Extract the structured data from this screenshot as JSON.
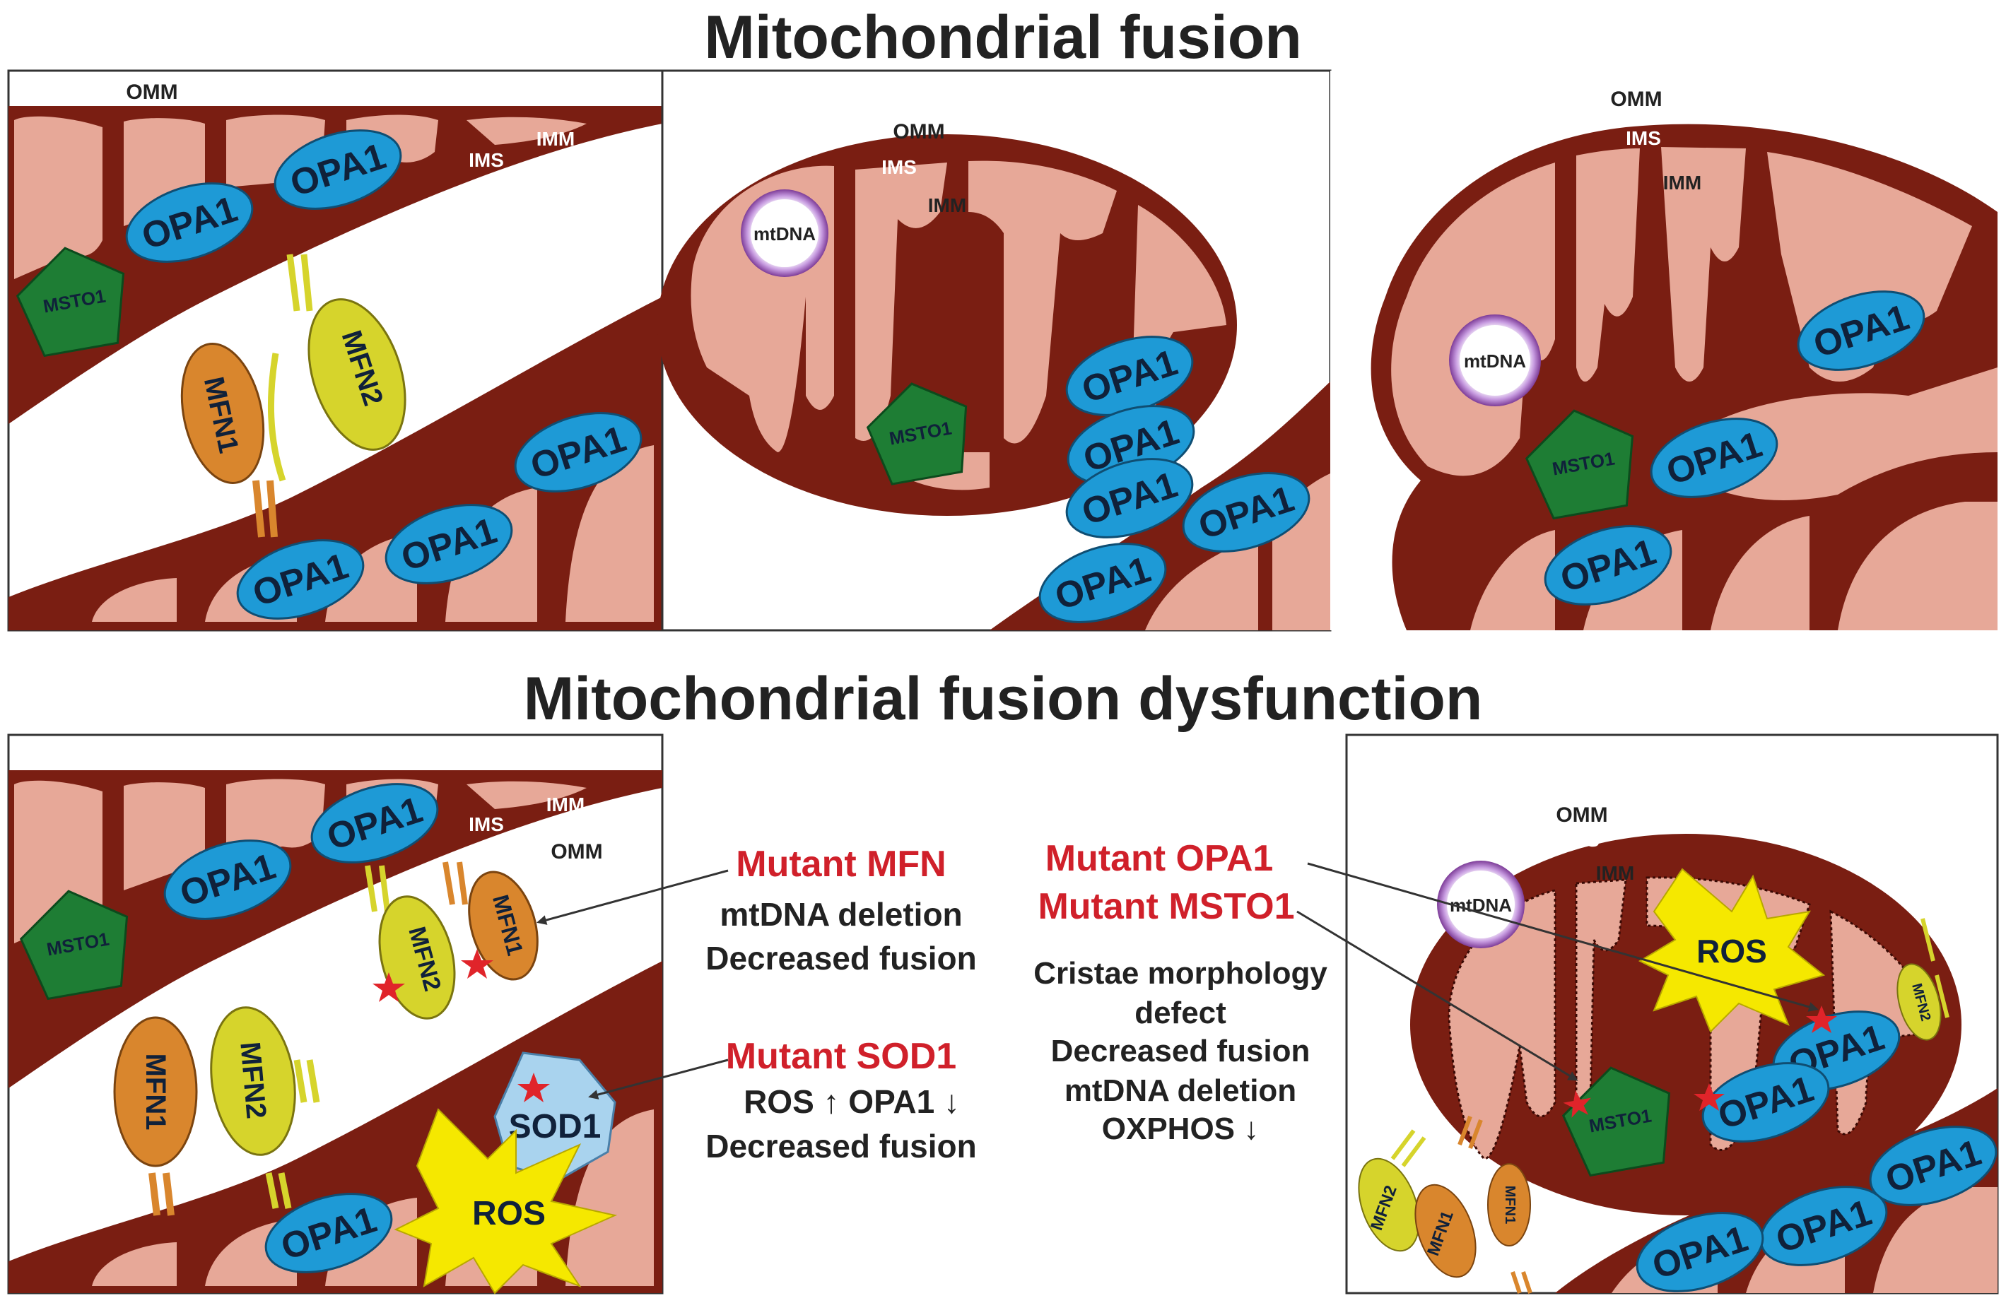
{
  "titles": {
    "top": "Mitochondrial fusion",
    "bottom": "Mitochondrial fusion dysfunction"
  },
  "membranes": {
    "omm": "OMM",
    "ims": "IMS",
    "imm": "IMM"
  },
  "proteins": {
    "opa1": "OPA1",
    "mfn1": "MFN1",
    "mfn2": "MFN2",
    "msto1": "MSTO1",
    "sod1": "SOD1",
    "ros": "ROS",
    "mtdna": "mtDNA"
  },
  "annotations": {
    "mutant_mfn": "Mutant MFN",
    "mfn_effect1": "mtDNA deletion",
    "mfn_effect2": "Decreased fusion",
    "mutant_sod1": "Mutant SOD1",
    "sod1_effect1": "ROS ↑  OPA1 ↓",
    "sod1_effect2": "Decreased fusion",
    "mutant_opa1": "Mutant OPA1",
    "mutant_msto1": "Mutant MSTO1",
    "opa_effect1": "Cristae morphology",
    "opa_effect2": "defect",
    "opa_effect3": "Decreased fusion",
    "opa_effect4": "mtDNA deletion",
    "opa_effect5": "OXPHOS ↓"
  },
  "colors": {
    "membrane": "#7a1e12",
    "matrix": "#e7a898",
    "opa1": "#1e9ad6",
    "mfn1": "#d9862d",
    "mfn2": "#d6d42c",
    "msto1": "#1e7d34",
    "sod1": "#a9d3ee",
    "ros": "#f5e800",
    "mutant_text": "#d0202a",
    "mtdna": "#9b59b6"
  }
}
